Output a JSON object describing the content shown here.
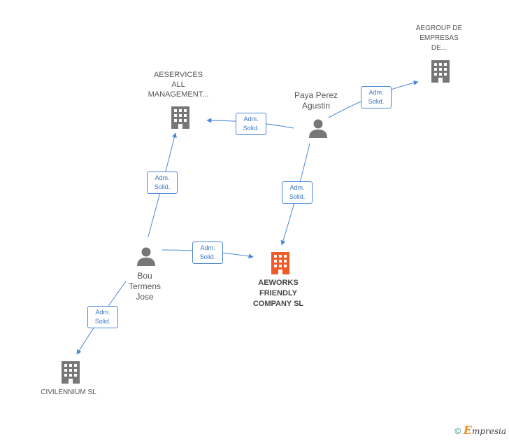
{
  "colors": {
    "edge": "#4a86d6",
    "building": "#777777",
    "highlight": "#f05a28",
    "person": "#777777"
  },
  "nodes": {
    "aeservices": {
      "label": "AESERVICES\nALL\nMANAGEMENT..."
    },
    "aegroup": {
      "label": "AEGROUP DE\nEMPRESAS\nDE..."
    },
    "paya": {
      "label": "Paya Perez\nAgustin"
    },
    "bou": {
      "label": "Bou\nTermens\nJose"
    },
    "aeworks": {
      "label": "AEWORKS\nFRIENDLY\nCOMPANY SL"
    },
    "civilennium": {
      "label": "CIVILENNIUM SL"
    }
  },
  "edges": {
    "e1": {
      "line1": "Adm.",
      "line2": "Solid."
    },
    "e2": {
      "line1": "Adm.",
      "line2": "Solid."
    },
    "e3": {
      "line1": "Adm.",
      "line2": "Solid."
    },
    "e4": {
      "line1": "Adm.",
      "line2": "Solid."
    },
    "e5": {
      "line1": "Adm.",
      "line2": "Solid."
    },
    "e6": {
      "line1": "Adm.",
      "line2": "Solid."
    }
  },
  "footer": {
    "copyright": "©",
    "brand_initial": "E",
    "brand_rest": "mpresia"
  }
}
